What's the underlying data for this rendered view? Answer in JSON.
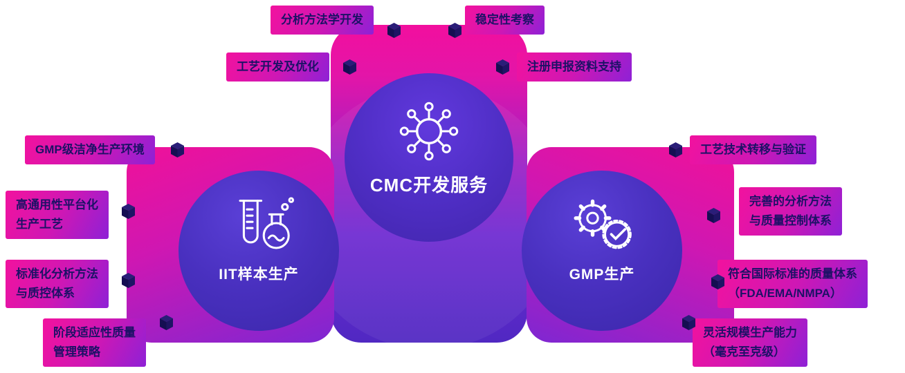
{
  "center": {
    "title": "CMC开发服务",
    "top_labels": [
      {
        "lines": [
          "分析方法学开发"
        ]
      },
      {
        "lines": [
          "稳定性考察"
        ]
      },
      {
        "lines": [
          "工艺开发及优化"
        ]
      },
      {
        "lines": [
          "注册申报资料支持"
        ]
      }
    ]
  },
  "left_node": {
    "title": "IIT样本生产",
    "labels": [
      {
        "lines": [
          "GMP级洁净生产环境"
        ]
      },
      {
        "lines": [
          "高通用性平台化",
          "生产工艺"
        ]
      },
      {
        "lines": [
          "标准化分析方法",
          "与质控体系"
        ]
      },
      {
        "lines": [
          "阶段适应性质量",
          "管理策略"
        ]
      }
    ]
  },
  "right_node": {
    "title": "GMP生产",
    "labels": [
      {
        "lines": [
          "工艺技术转移与验证"
        ]
      },
      {
        "lines": [
          "完善的分析方法",
          "与质量控制体系"
        ]
      },
      {
        "lines": [
          "符合国际标准的质量体系",
          "（FDA/EMA/NMPA）"
        ]
      },
      {
        "lines": [
          "灵活规模生产能力",
          "（毫克至克级）"
        ]
      }
    ]
  },
  "icons": {
    "center": "molecule-icon",
    "left": "testtube-flask-icon",
    "right": "gear-badge-check-icon",
    "connector": "cube-icon"
  },
  "colors": {
    "magenta": "#f2129e",
    "purple": "#7e27d2",
    "indigo_circle": "#4930bf",
    "navy_text": "#1c1166",
    "white_text": "#ffffff",
    "cube_navy": "#1e1464"
  }
}
